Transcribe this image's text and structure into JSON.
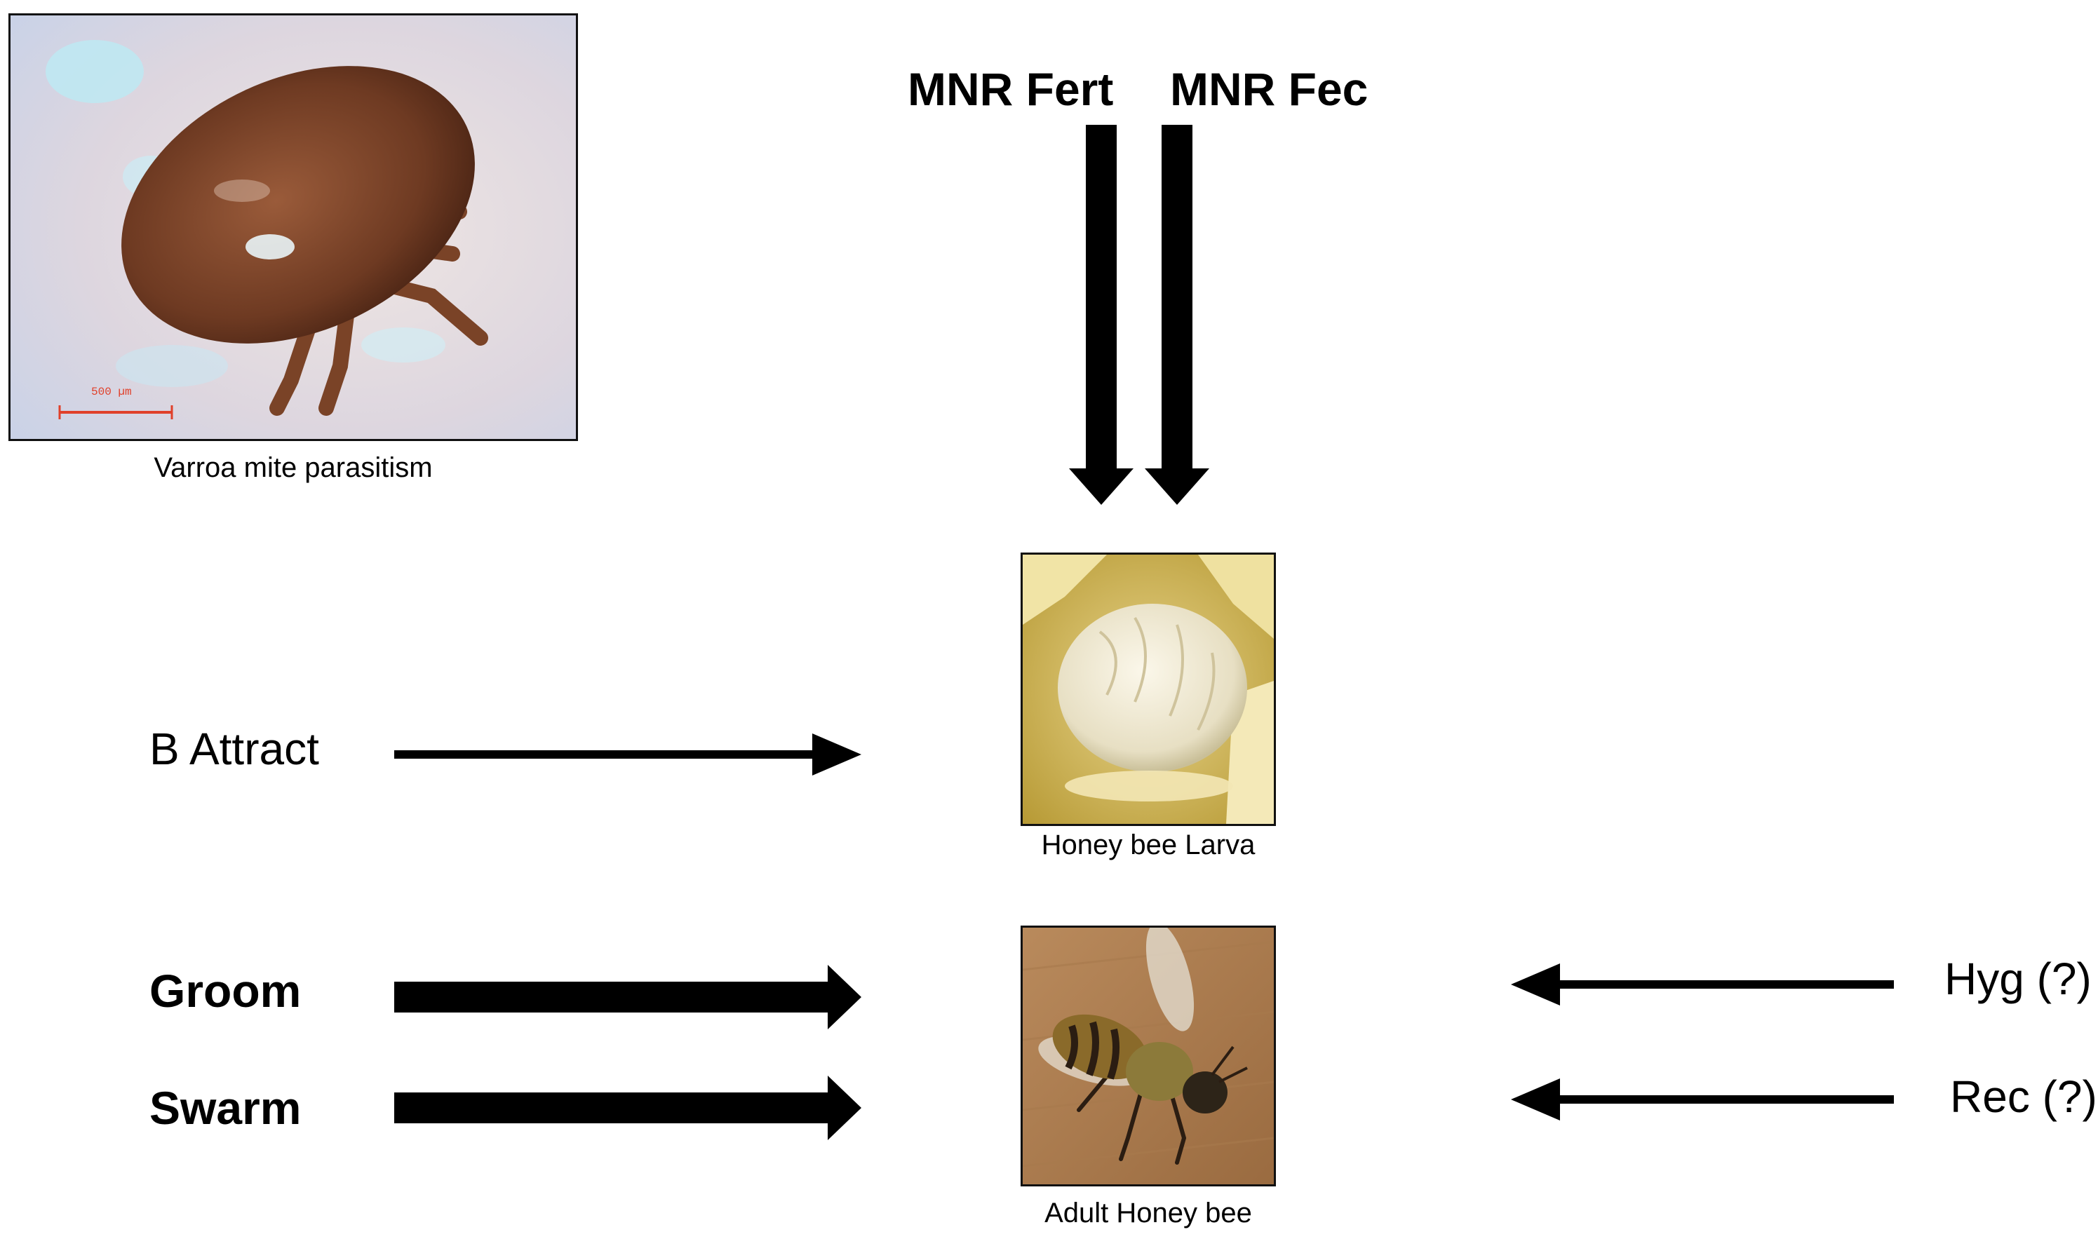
{
  "figure": {
    "mite": {
      "caption": "Varroa mite parasitism",
      "scale_bar": "500 µm"
    },
    "larva": {
      "caption": "Honey bee Larva"
    },
    "adult": {
      "caption": "Adult Honey bee"
    },
    "labels": {
      "mnr_fert": "MNR Fert",
      "mnr_fec": "MNR Fec",
      "b_attract": "B Attract",
      "groom": "Groom",
      "swarm": "Swarm",
      "hyg": "Hyg (?)",
      "rec": "Rec (?)"
    }
  }
}
